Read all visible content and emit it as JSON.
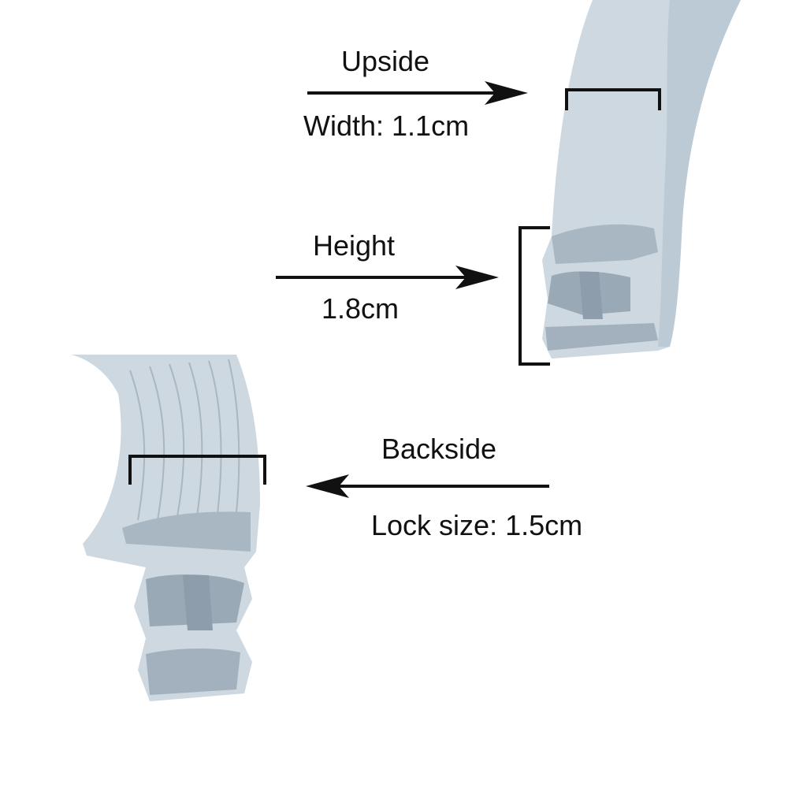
{
  "annotations": {
    "upside": {
      "title": "Upside",
      "value": "Width: 1.1cm"
    },
    "height": {
      "title": "Height",
      "value": "1.8cm"
    },
    "backside": {
      "title": "Backside",
      "value": "Lock size: 1.5cm"
    }
  },
  "colors": {
    "gasket": "#cdd8e0",
    "gasket_shadow": "#a9b7c3",
    "gasket_dark": "#8e9dab",
    "ink": "#111111"
  }
}
